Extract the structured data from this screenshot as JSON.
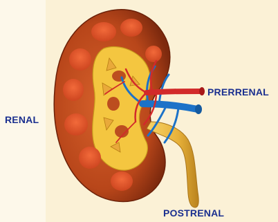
{
  "labels": {
    "renal": "RENAL",
    "prerrenal": "PRERRENAL",
    "postrenal": "POSTRENAL"
  },
  "colors": {
    "background": "#ffffff",
    "panel": "#fbf1d6",
    "cortex": "#b8461a",
    "pyramid": "#e0552a",
    "sinus_fat": "#f4c640",
    "artery": "#d22a2a",
    "vein": "#1c72c8",
    "ureter": "#e8b23a",
    "label_text": "#1a2f8f"
  }
}
